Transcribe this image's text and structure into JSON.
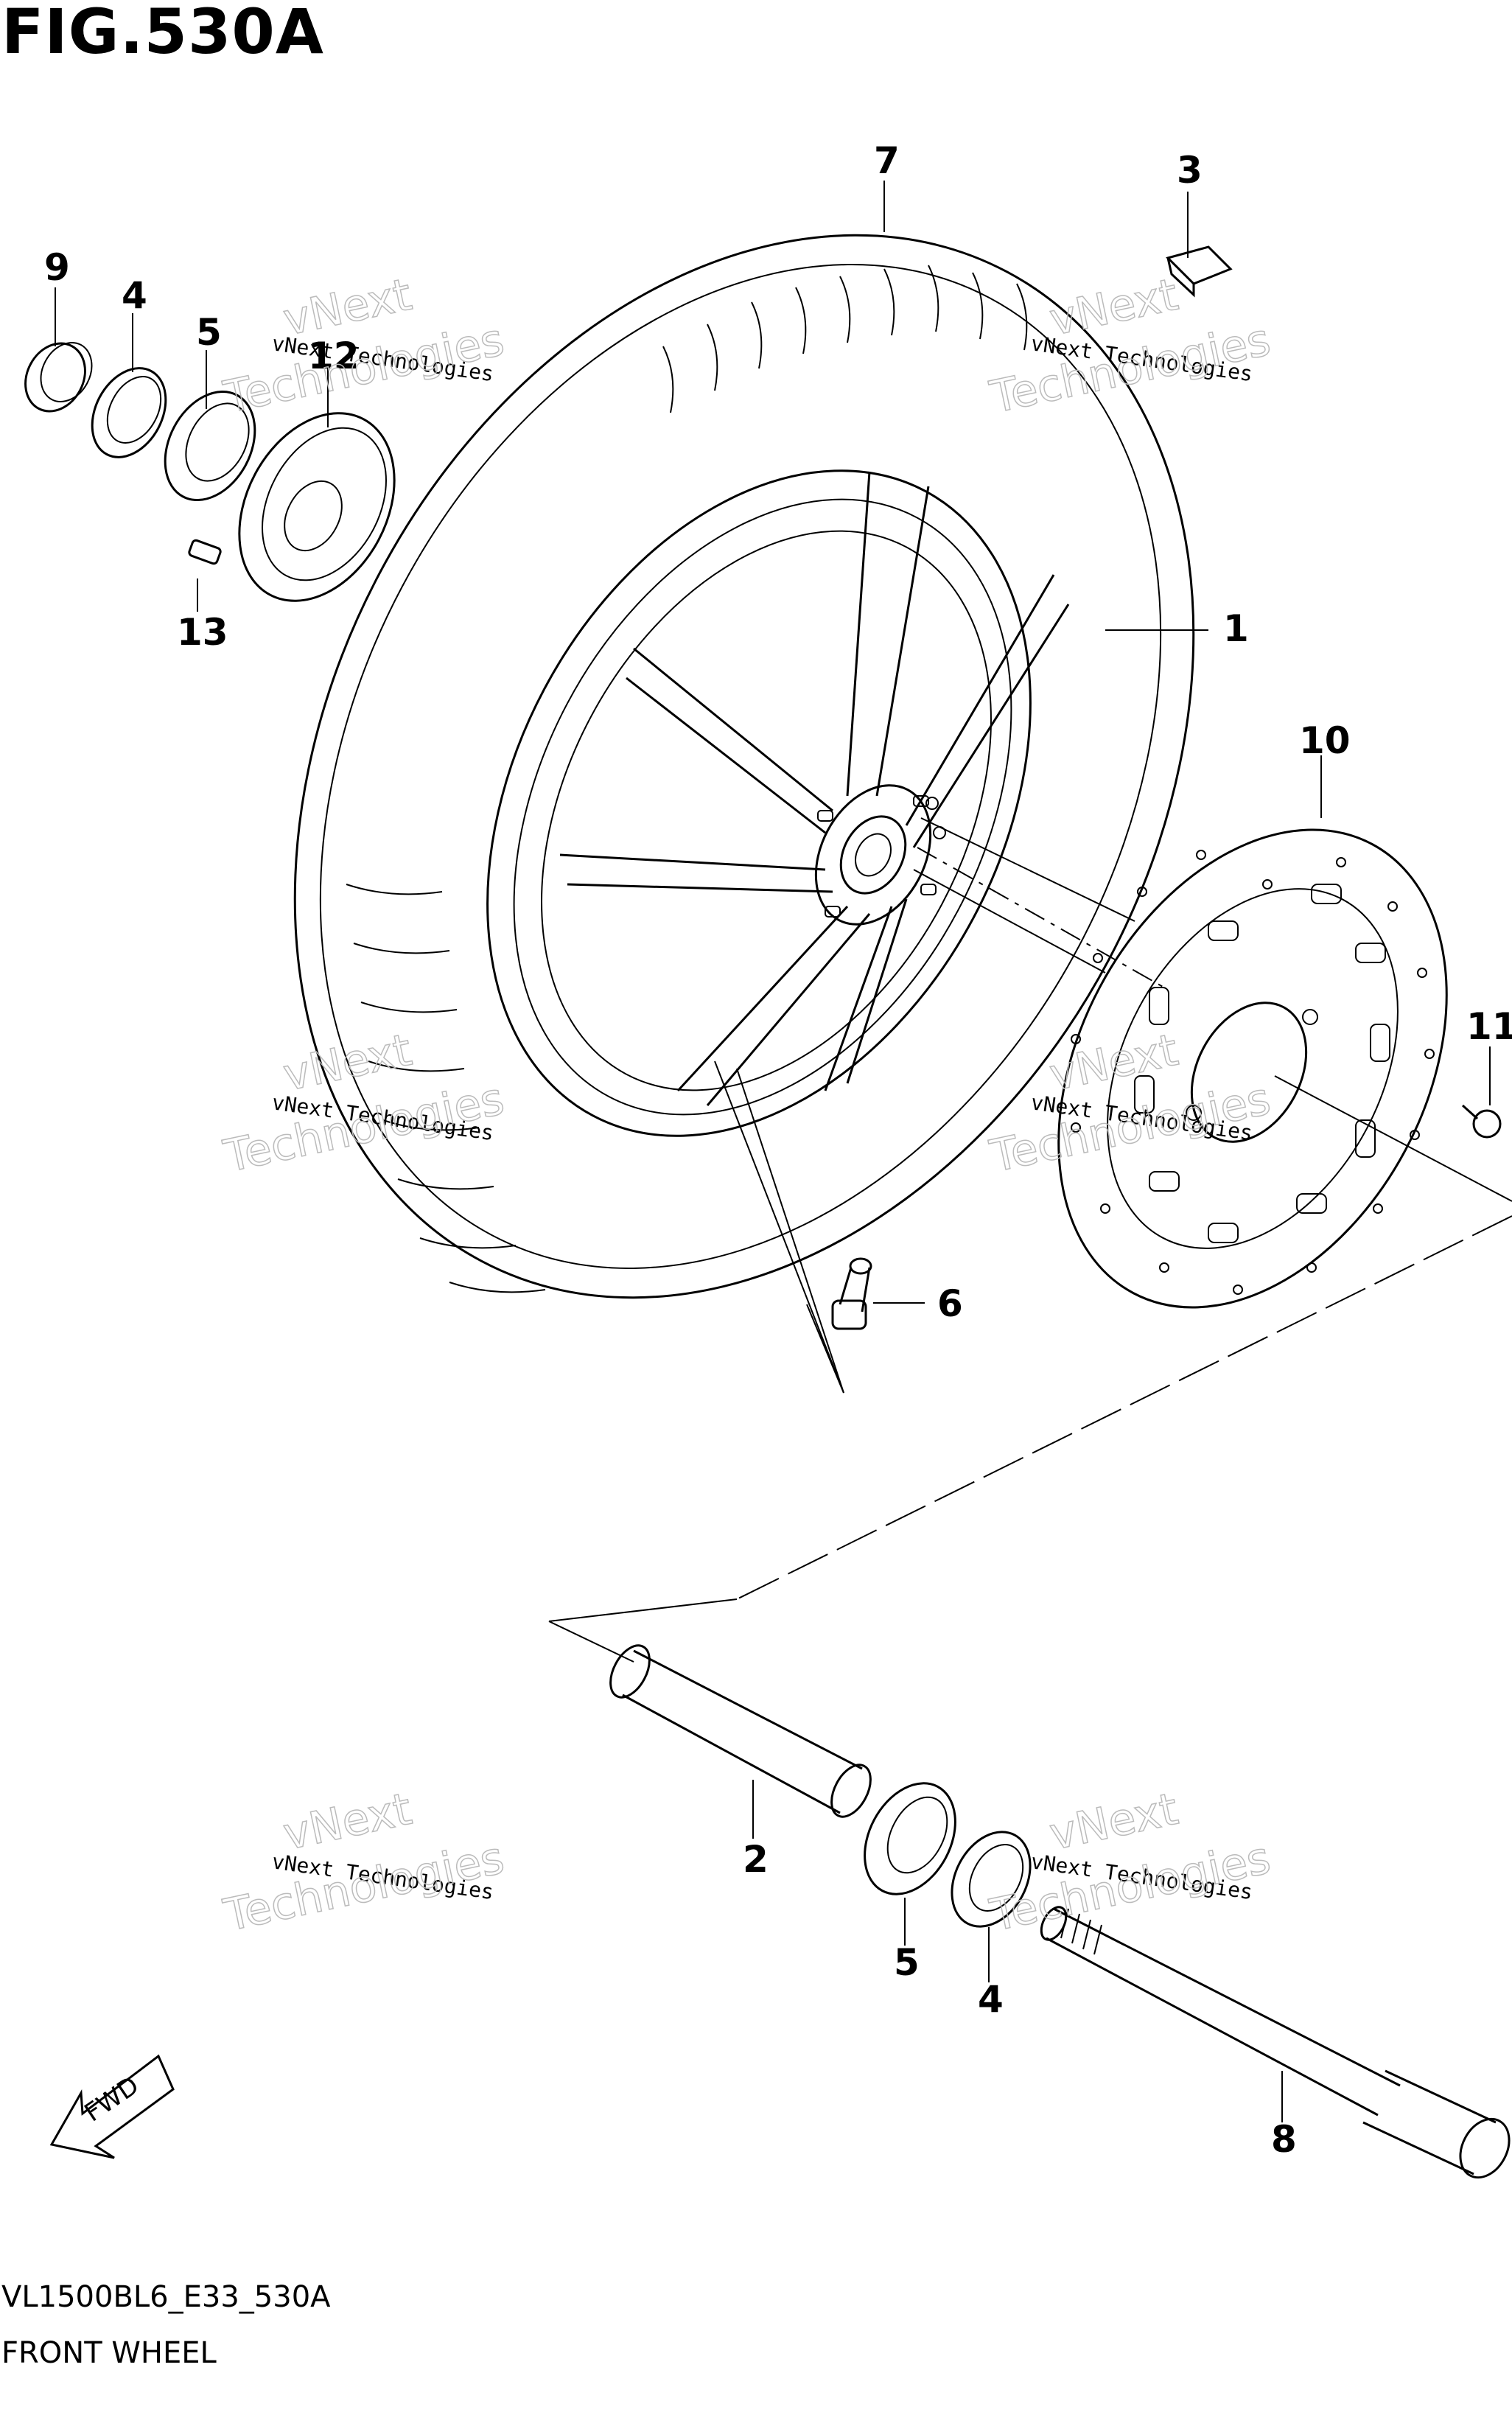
{
  "figure": {
    "title": "FIG.530A",
    "code": "VL1500BL6_E33_530A",
    "name": "FRONT WHEEL"
  },
  "callouts": [
    {
      "id": "c1",
      "label": "1"
    },
    {
      "id": "c2",
      "label": "2"
    },
    {
      "id": "c3",
      "label": "3"
    },
    {
      "id": "c4a",
      "label": "4"
    },
    {
      "id": "c4b",
      "label": "4"
    },
    {
      "id": "c5a",
      "label": "5"
    },
    {
      "id": "c5b",
      "label": "5"
    },
    {
      "id": "c6",
      "label": "6"
    },
    {
      "id": "c7",
      "label": "7"
    },
    {
      "id": "c8",
      "label": "8"
    },
    {
      "id": "c9",
      "label": "9"
    },
    {
      "id": "c10",
      "label": "10"
    },
    {
      "id": "c11",
      "label": "11"
    },
    {
      "id": "c12",
      "label": "12"
    },
    {
      "id": "c13",
      "label": "13"
    }
  ],
  "fwd_badge": "FWD",
  "watermark": {
    "line1": "vNext Technologies",
    "big_line1": "vNext",
    "big_line2": "Technologies"
  }
}
